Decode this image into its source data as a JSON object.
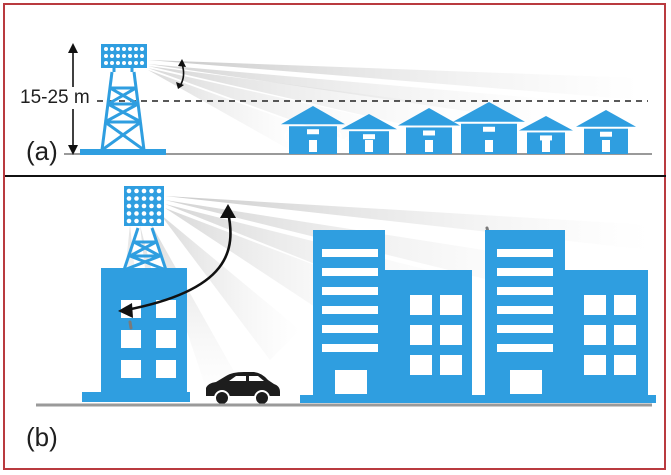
{
  "panel_a": {
    "label": "(a)",
    "height_label": "15-25 m"
  },
  "panel_b": {
    "label": "(b)"
  },
  "colors": {
    "frame": "#b93a3f",
    "building": "#2f9ee0",
    "building_dark": "#2386c8",
    "window": "#ffffff",
    "ground": "#9a9a9a",
    "beam": "#c9c9c9",
    "antenna": "#7a7a7a",
    "car": "#1d1d1d",
    "arrow": "#111111"
  },
  "icons": [
    "antenna-panel-icon",
    "lattice-tower-icon",
    "house-icon",
    "car-icon",
    "tilt-arrow-icon"
  ]
}
